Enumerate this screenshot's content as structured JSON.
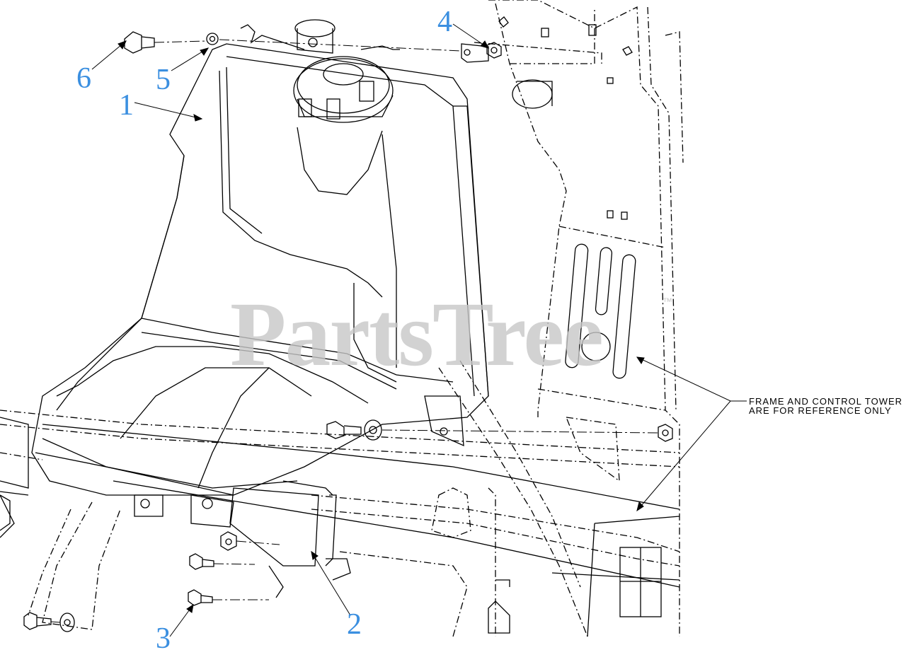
{
  "callouts": [
    {
      "id": "1",
      "label": "1"
    },
    {
      "id": "2",
      "label": "2"
    },
    {
      "id": "3",
      "label": "3"
    },
    {
      "id": "4",
      "label": "4"
    },
    {
      "id": "5",
      "label": "5"
    },
    {
      "id": "6",
      "label": "6"
    }
  ],
  "note": {
    "line1": "FRAME AND CONTROL TOWER",
    "line2": "ARE FOR REFERENCE ONLY"
  },
  "watermark": {
    "text": "PartsTree",
    "trademark": "™"
  },
  "colors": {
    "callout": "#3b8fe0",
    "line": "#000000",
    "watermark": "#c8c8c8"
  }
}
